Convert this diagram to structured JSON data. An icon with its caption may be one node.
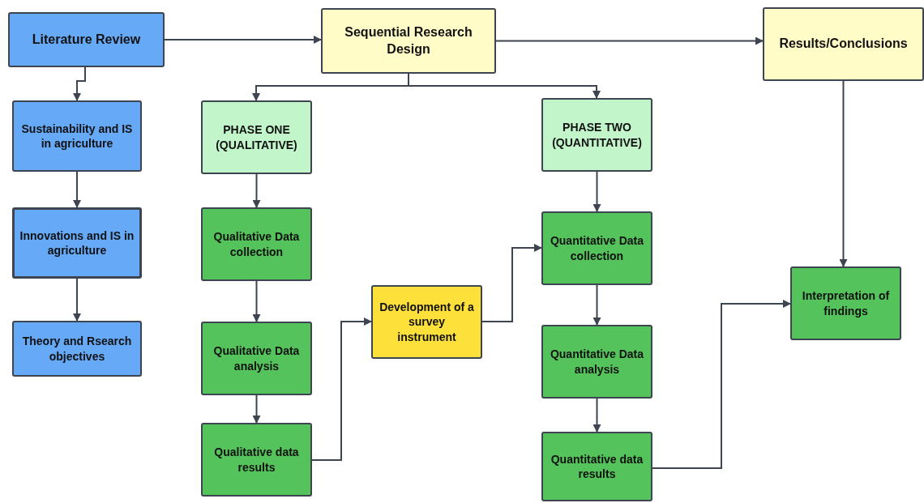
{
  "diagram": {
    "nodes": [
      {
        "text": [
          "Literature Review"
        ]
      },
      {
        "text": [
          "Sequential Research Design"
        ]
      },
      {
        "text": [
          "Results/Conclusions"
        ]
      },
      {
        "text": [
          "Sustainability and IS in agriculture"
        ]
      },
      {
        "text": [
          "Innovations and IS in agriculture"
        ]
      },
      {
        "text": [
          "Theory and Rsearch objectives"
        ]
      },
      {
        "text": [
          "PHASE ONE (QUALITATIVE)"
        ]
      },
      {
        "text": [
          "PHASE TWO (QUANTITATIVE)"
        ]
      },
      {
        "text": [
          "Qualitative Data collection"
        ]
      },
      {
        "text": [
          "Qualitative Data analysis"
        ]
      },
      {
        "text": [
          "Qualitative data results"
        ]
      },
      {
        "text": [
          "Development of a survey instrument"
        ]
      },
      {
        "text": [
          "Quantitative Data collection"
        ]
      },
      {
        "text": [
          "Quantitative Data analysis"
        ]
      },
      {
        "text": [
          "Quantitative data results"
        ]
      },
      {
        "text": [
          "Interpretation of findings"
        ]
      }
    ],
    "edges": [
      {
        "from": 0,
        "to": 1,
        "arrow": "to"
      },
      {
        "from": 1,
        "to": 2,
        "arrow": "to"
      },
      {
        "from": 0,
        "to": 3,
        "arrow": "to"
      },
      {
        "from": 3,
        "to": 4,
        "arrow": "to"
      },
      {
        "from": 4,
        "to": 5,
        "arrow": "to"
      },
      {
        "from": 1,
        "to": 6,
        "arrow": "to"
      },
      {
        "from": 1,
        "to": 7,
        "arrow": "to"
      },
      {
        "from": 6,
        "to": 8,
        "arrow": "to"
      },
      {
        "from": 8,
        "to": 9,
        "arrow": "to"
      },
      {
        "from": 9,
        "to": 10,
        "arrow": "to"
      },
      {
        "from": 10,
        "to": 11,
        "arrow": "to"
      },
      {
        "from": 11,
        "to": 12,
        "arrow": "to"
      },
      {
        "from": 7,
        "to": 12,
        "arrow": "to"
      },
      {
        "from": 12,
        "to": 13,
        "arrow": "to"
      },
      {
        "from": 13,
        "to": 14,
        "arrow": "to"
      },
      {
        "from": 2,
        "to": 15,
        "arrow": "to"
      },
      {
        "from": 14,
        "to": 15,
        "arrow": "to"
      }
    ]
  }
}
